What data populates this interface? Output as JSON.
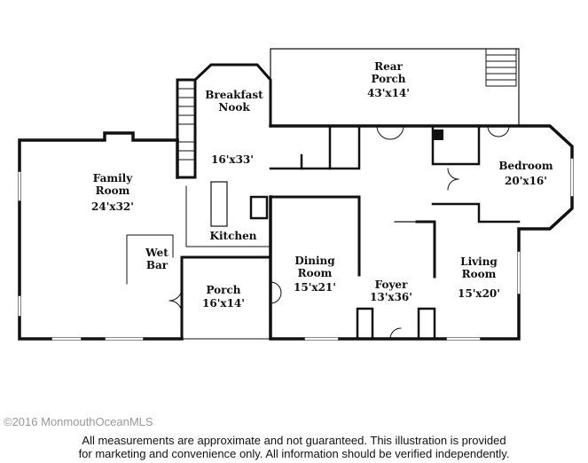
{
  "rooms": [
    {
      "name": "Rear Porch",
      "size": "43'x14'"
    },
    {
      "name": "Breakfast Nook",
      "size": "16'x33'"
    },
    {
      "name": "Family Room",
      "size": "24'x32'"
    },
    {
      "name": "Bedroom",
      "size": "20'x16'"
    },
    {
      "name": "Kitchen",
      "size": ""
    },
    {
      "name": "Wet Bar",
      "size": ""
    },
    {
      "name": "Dining Room",
      "size": "15'x21'"
    },
    {
      "name": "Porch",
      "size": "16'x14'"
    },
    {
      "name": "Foyer",
      "size": "13'x36'"
    },
    {
      "name": "Living Room",
      "size": "15'x20'"
    }
  ],
  "watermark": "©2016 MonmouthOceanMLS",
  "disclaimer": {
    "line1": "All measurements are approximate and not guaranteed. This illustration is provided",
    "line2": "for marketing and convenience only. All information should be verified independently."
  }
}
